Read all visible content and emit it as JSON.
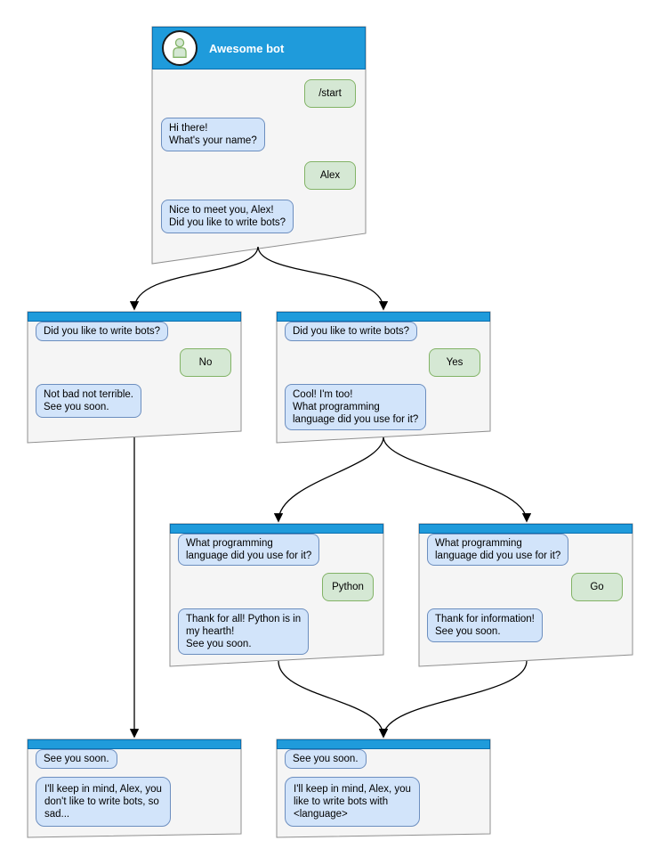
{
  "diagram": {
    "type": "chat-bot-flowchart",
    "colors": {
      "header_blue": "#1F9BDB",
      "header_border": "#0A6FB0",
      "window_fill": "#F5F5F5",
      "window_border": "#8F8F8F",
      "bot_bubble_fill": "#D2E4FA",
      "bot_bubble_border": "#6C8EBF",
      "user_bubble_fill": "#D5E8D4",
      "user_bubble_border": "#82B366"
    },
    "windows": [
      {
        "id": "start",
        "title": "Awesome bot",
        "avatar_icon": "person-icon",
        "bubbles": [
          {
            "from": "user",
            "text": "/start"
          },
          {
            "from": "bot",
            "text": "Hi there!\nWhat's your name?"
          },
          {
            "from": "user",
            "text": "Alex"
          },
          {
            "from": "bot",
            "text": "Nice to meet you, Alex!\nDid you like to write bots?"
          }
        ]
      },
      {
        "id": "branch-no",
        "bubbles": [
          {
            "from": "bot",
            "text": "Did you like to write bots?"
          },
          {
            "from": "user",
            "text": "No"
          },
          {
            "from": "bot",
            "text": "Not bad not terrible.\nSee you soon."
          }
        ]
      },
      {
        "id": "branch-yes",
        "bubbles": [
          {
            "from": "bot",
            "text": "Did you like to write bots?"
          },
          {
            "from": "user",
            "text": "Yes"
          },
          {
            "from": "bot",
            "text": "Cool! I'm too!\nWhat programming\nlanguage did you use for it?"
          }
        ]
      },
      {
        "id": "python",
        "bubbles": [
          {
            "from": "bot",
            "text": "What programming\nlanguage did you use for it?"
          },
          {
            "from": "user",
            "text": "Python"
          },
          {
            "from": "bot",
            "text": "Thank for all! Python is in\nmy hearth!\nSee you soon."
          }
        ]
      },
      {
        "id": "go",
        "bubbles": [
          {
            "from": "bot",
            "text": "What programming\nlanguage did you use for it?"
          },
          {
            "from": "user",
            "text": "Go"
          },
          {
            "from": "bot",
            "text": "Thank for information!\nSee you soon."
          }
        ]
      },
      {
        "id": "end-no",
        "bubbles": [
          {
            "from": "bot",
            "text": "See you soon."
          },
          {
            "from": "bot",
            "text": "I'll keep in mind, Alex, you\ndon't like to write bots, so\nsad..."
          }
        ]
      },
      {
        "id": "end-yes",
        "bubbles": [
          {
            "from": "bot",
            "text": "See you soon."
          },
          {
            "from": "bot",
            "text": "I'll keep in mind, Alex, you\nlike to write bots with\n<language>"
          }
        ]
      }
    ],
    "edges": [
      {
        "from": "start",
        "to": "branch-no"
      },
      {
        "from": "start",
        "to": "branch-yes"
      },
      {
        "from": "branch-no",
        "to": "end-no"
      },
      {
        "from": "branch-yes",
        "to": "python"
      },
      {
        "from": "branch-yes",
        "to": "go"
      },
      {
        "from": "python",
        "to": "end-yes"
      },
      {
        "from": "go",
        "to": "end-yes"
      }
    ]
  }
}
